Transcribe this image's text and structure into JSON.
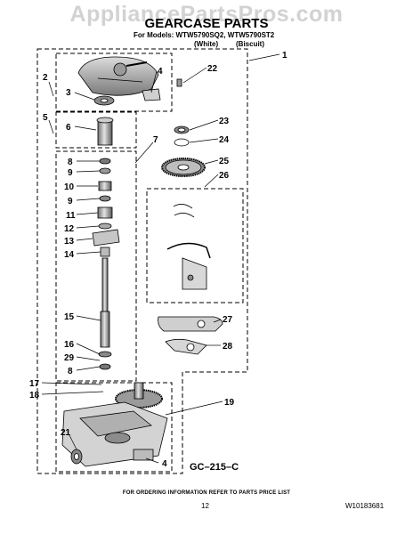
{
  "watermark": "AppliancePartsPros.com",
  "header": {
    "title": "GEARCASE PARTS",
    "models": "For Models: WTW5790SQ2, WTW5790ST2",
    "color_white": "(White)",
    "color_biscuit": "(Biscuit)"
  },
  "callouts": [
    "1",
    "2",
    "3",
    "4",
    "22",
    "5",
    "6",
    "7",
    "23",
    "24",
    "8",
    "9",
    "10",
    "25",
    "26",
    "9",
    "11",
    "12",
    "13",
    "14",
    "15",
    "27",
    "16",
    "28",
    "29",
    "8",
    "17",
    "18",
    "19",
    "21",
    "4"
  ],
  "diagram_code": "GC–215–C",
  "footer": {
    "ordering_note": "FOR ORDERING INFORMATION REFER TO PARTS PRICE LIST",
    "page_number": "12",
    "doc_number": "W10183681"
  },
  "colors": {
    "line": "#000000",
    "watermark": "#d2d2d2",
    "part_fill": "#b8b8b8"
  }
}
